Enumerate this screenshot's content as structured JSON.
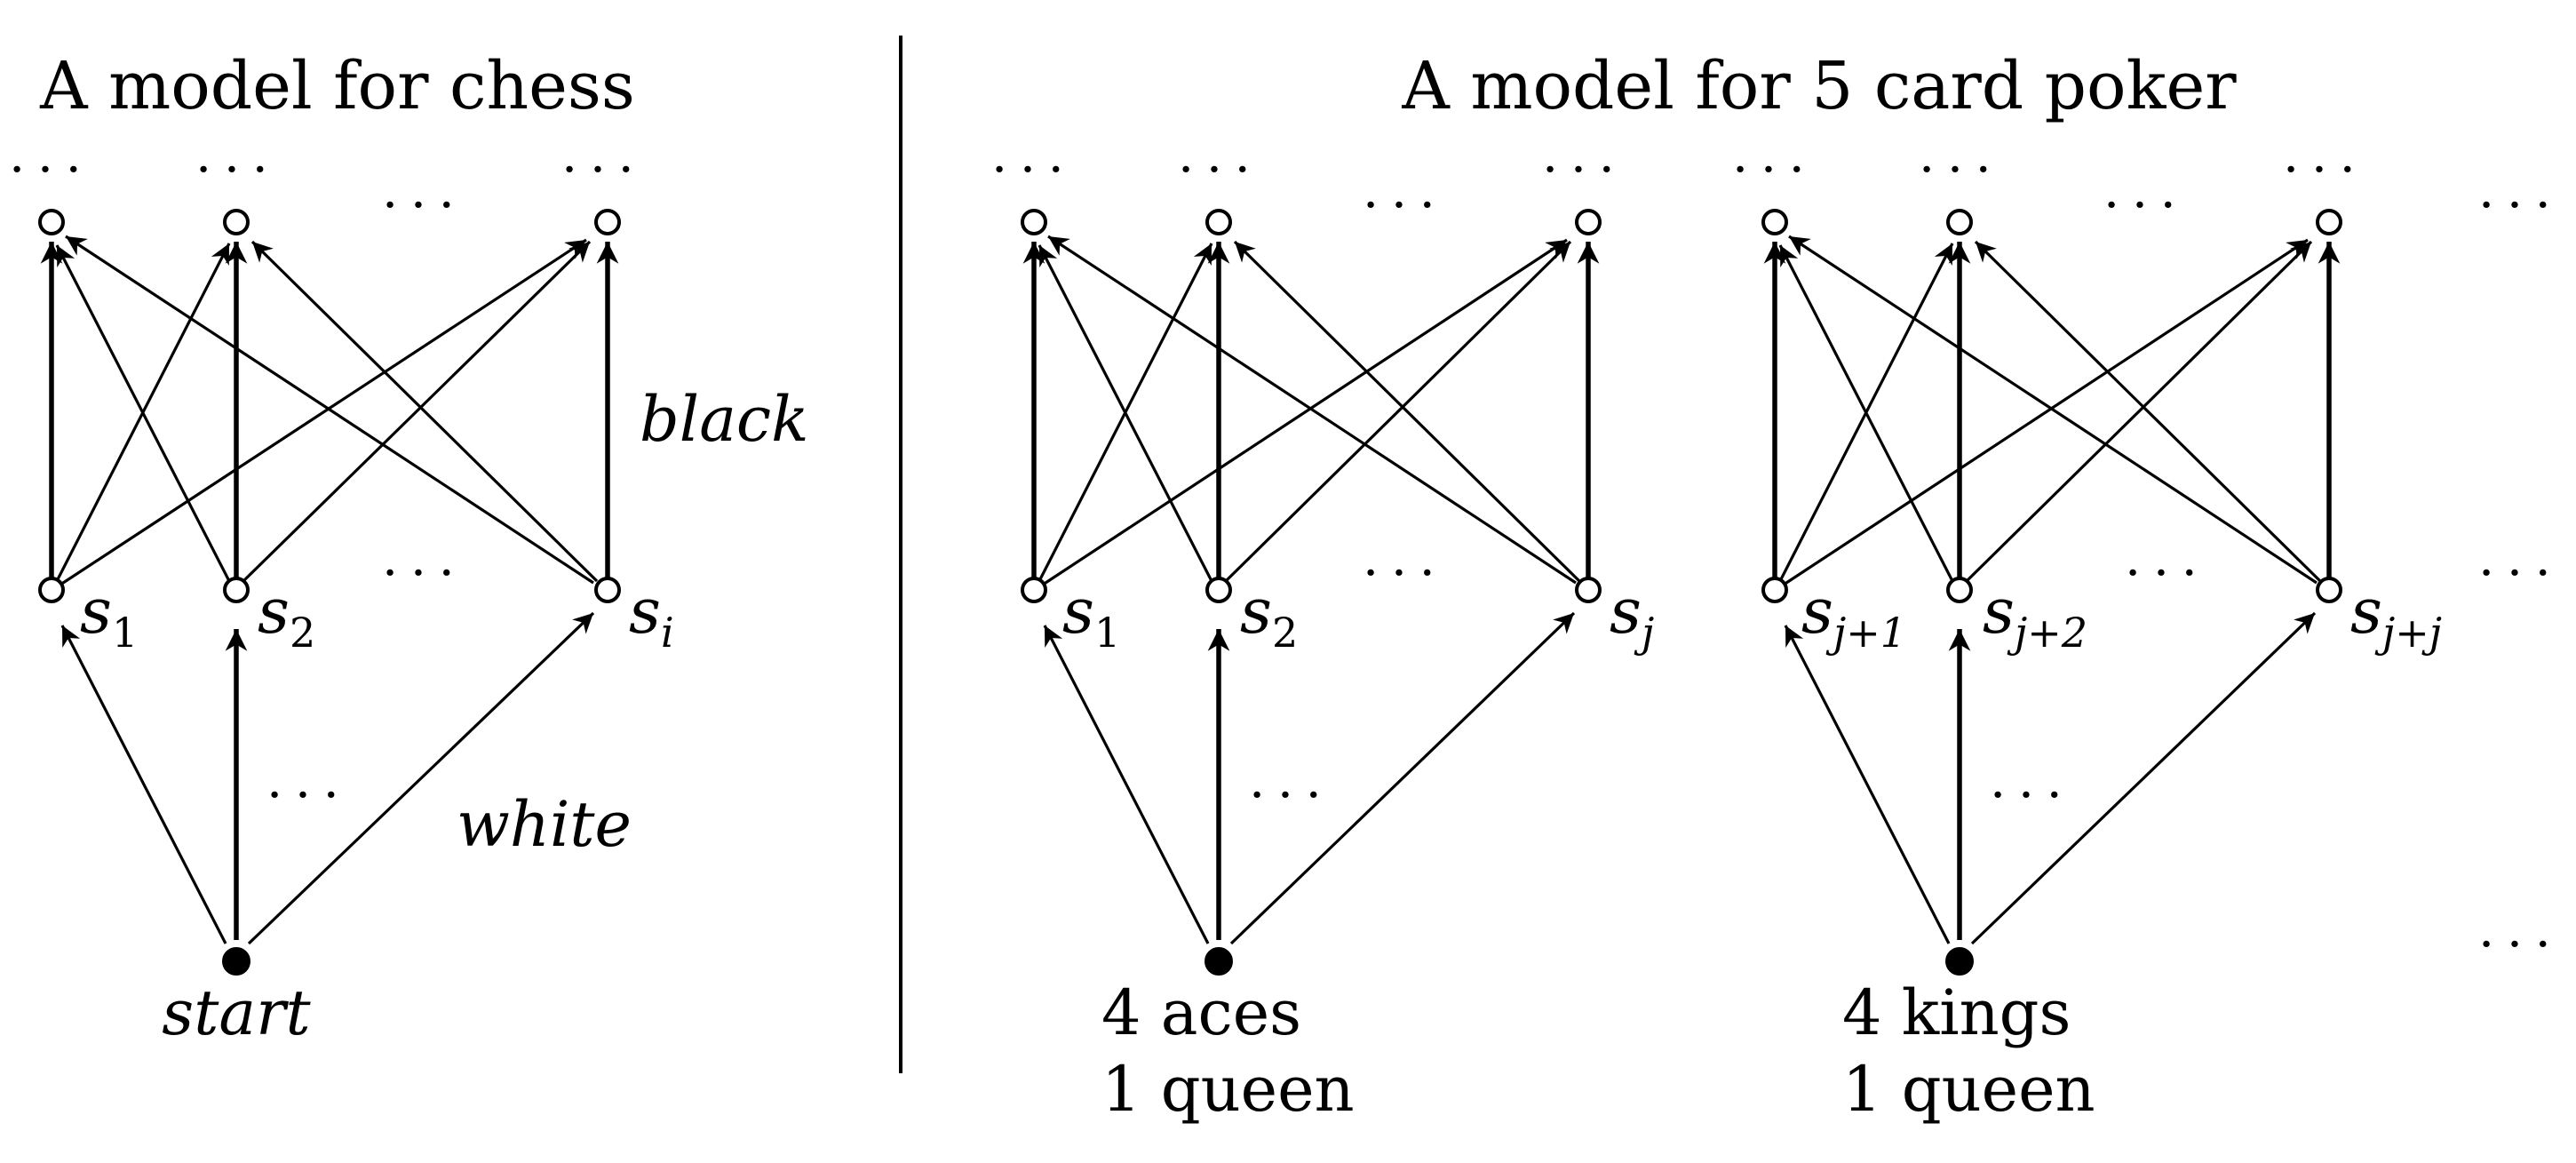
{
  "titles": {
    "chess": "A model for chess",
    "poker": "A model for 5 card poker"
  },
  "labels": {
    "black": "black",
    "white": "white",
    "start": "start",
    "dots": "···",
    "aces_line1": "4 aces",
    "aces_line2": "1 queen",
    "kings_line1": "4 kings",
    "kings_line2": "1 queen"
  },
  "states": {
    "s": "s",
    "sub_1": "1",
    "sub_2": "2",
    "sub_i": "i",
    "sub_j": "j",
    "sub_j1": "j+1",
    "sub_j2": "j+2",
    "sub_jj": "j+j"
  }
}
